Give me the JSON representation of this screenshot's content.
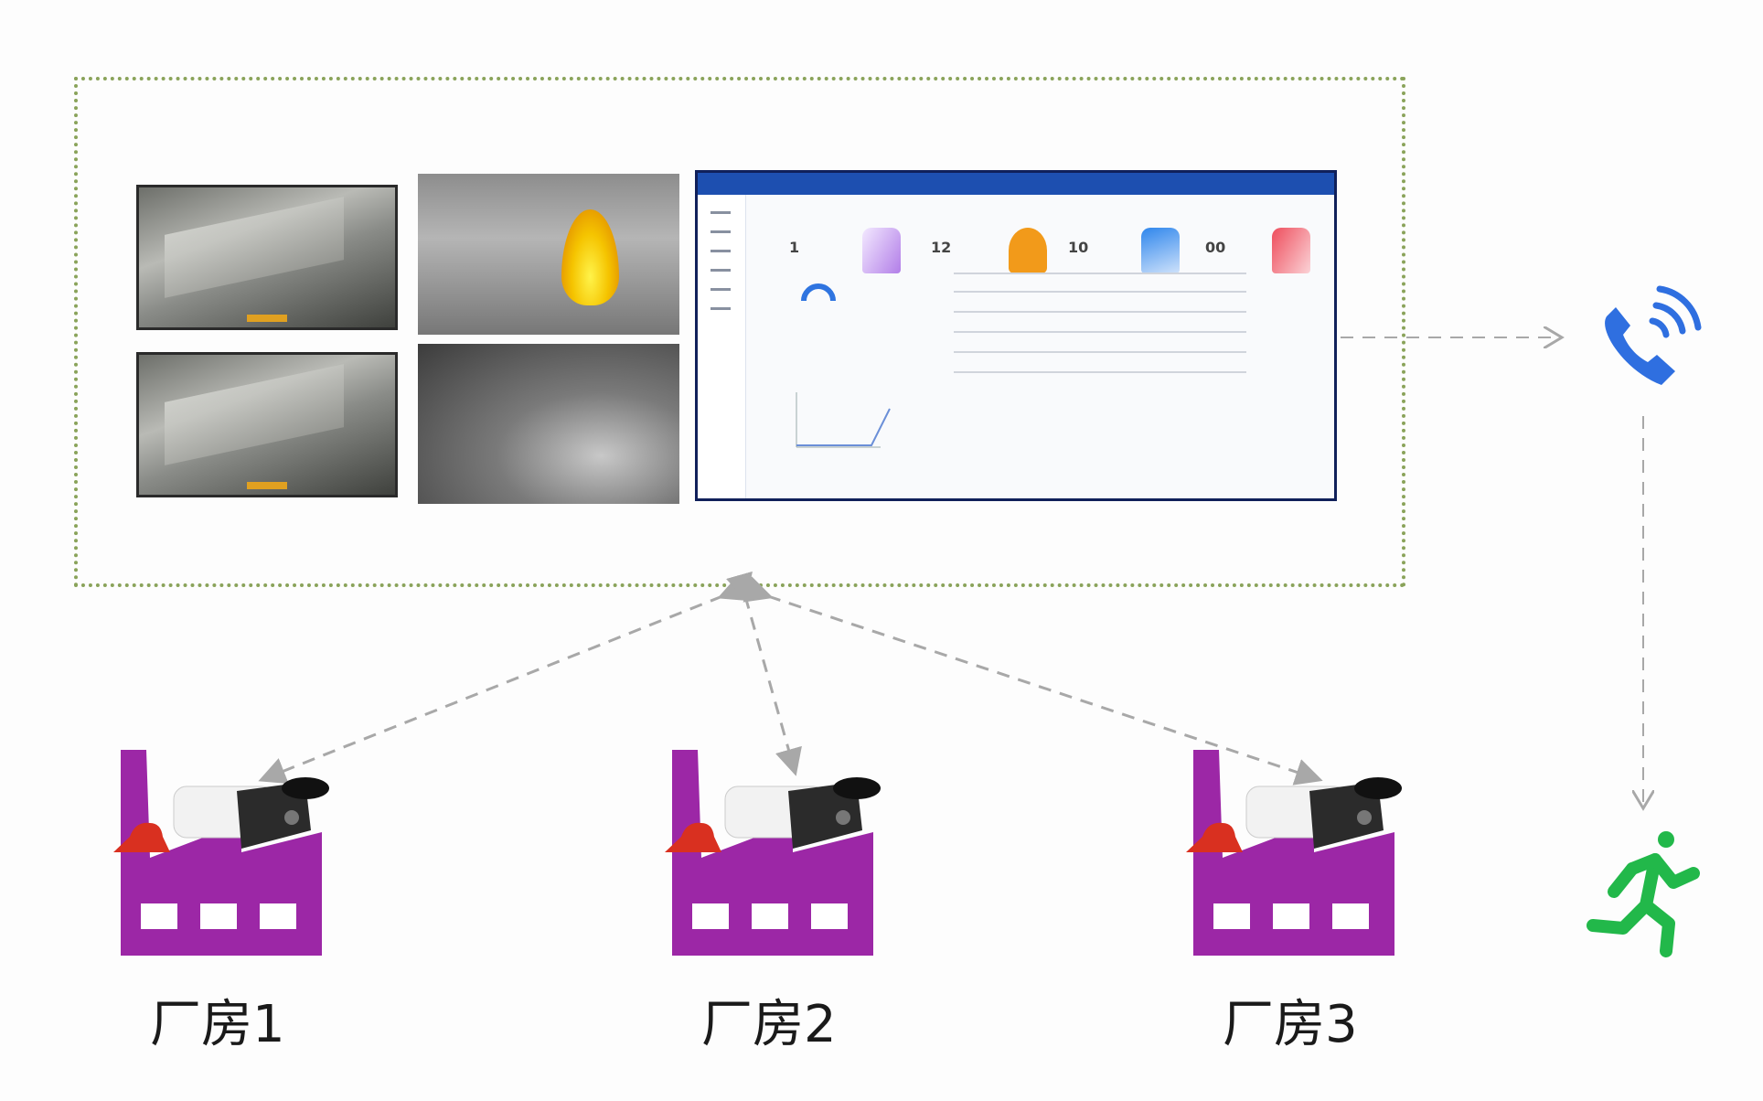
{
  "monitoring_platform": {
    "camera_feeds": [
      "camera-feed-1",
      "camera-feed-2",
      "fire-detection-feed",
      "smoke-feed"
    ],
    "dashboard": {
      "stats": [
        "1",
        "12",
        "10",
        "00"
      ],
      "tile_colors": [
        "#b27ee8",
        "#f29a1a",
        "#2f86ec",
        "#ee4d5c"
      ],
      "header_color": "#1d4fb0"
    }
  },
  "alert": {
    "phone_icon": "phone-ringing-icon",
    "evacuate_icon": "running-person-icon",
    "evacuate_color": "#22b84a"
  },
  "factories": [
    {
      "label": "厂房1"
    },
    {
      "label": "厂房2"
    },
    {
      "label": "厂房3"
    }
  ],
  "colors": {
    "factory": "#9c27a6",
    "frame": "#8aa35a",
    "arrow": "#a8a8a8"
  }
}
